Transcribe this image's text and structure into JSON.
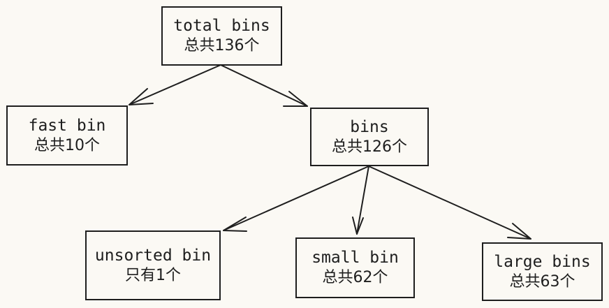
{
  "nodes": {
    "total": {
      "line1": "total bins",
      "line2": "总共136个"
    },
    "fast": {
      "line1": "fast bin",
      "line2": "总共10个"
    },
    "bins": {
      "line1": "bins",
      "line2": "总共126个"
    },
    "unsorted": {
      "line1": "unsorted bin",
      "line2": "只有1个"
    },
    "small": {
      "line1": "small bin",
      "line2": "总共62个"
    },
    "large": {
      "line1": "large bins",
      "line2": "总共63个"
    }
  },
  "edges": [
    {
      "from": "total",
      "to": "fast"
    },
    {
      "from": "total",
      "to": "bins"
    },
    {
      "from": "bins",
      "to": "unsorted"
    },
    {
      "from": "bins",
      "to": "small"
    },
    {
      "from": "bins",
      "to": "large"
    }
  ],
  "colors": {
    "stroke": "#1e1e1e",
    "background": "#fbf9f4"
  }
}
